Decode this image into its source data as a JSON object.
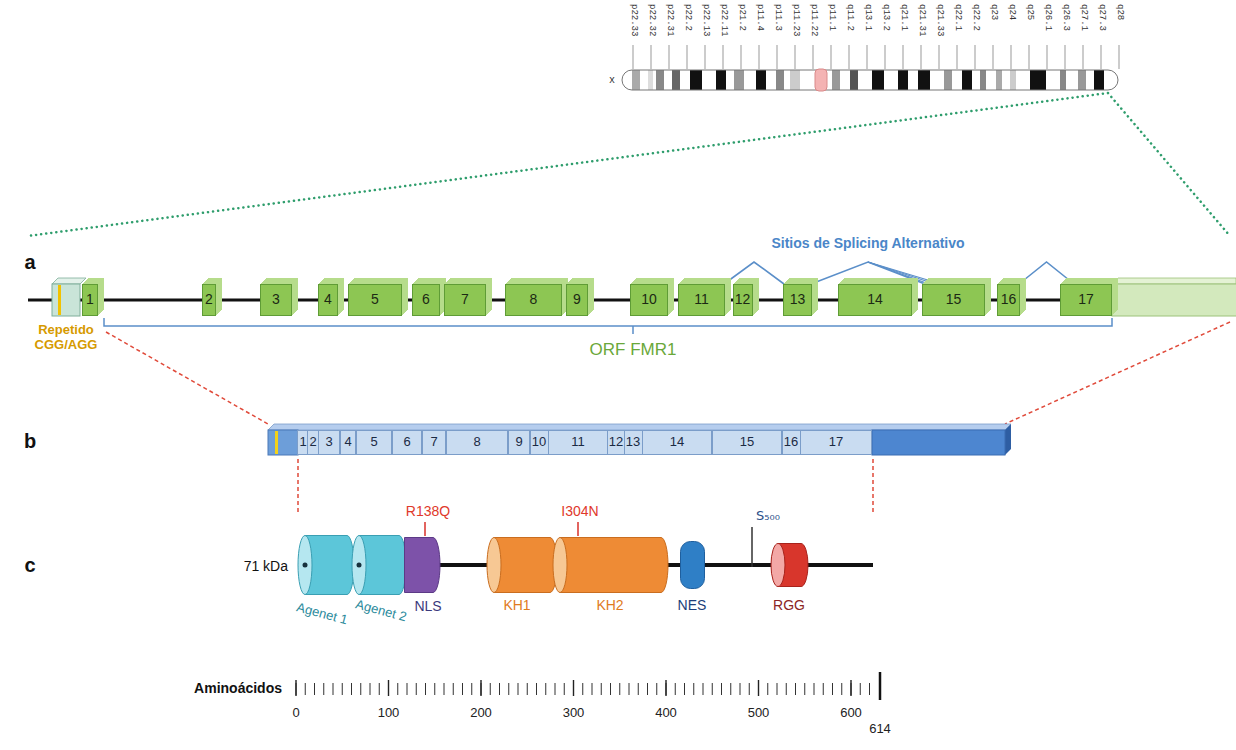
{
  "diagram": {
    "nodes": [
      {
        "text": [
          "1"
        ]
      },
      {
        "text": [
          "2"
        ]
      },
      {
        "text": [
          "3"
        ]
      },
      {
        "text": [
          "4"
        ]
      },
      {
        "text": [
          "5"
        ]
      },
      {
        "text": [
          "6"
        ]
      },
      {
        "text": [
          "7"
        ]
      },
      {
        "text": [
          "8"
        ]
      },
      {
        "text": [
          "9"
        ]
      },
      {
        "text": [
          "10"
        ]
      },
      {
        "text": [
          "11"
        ]
      },
      {
        "text": [
          "12"
        ]
      },
      {
        "text": [
          "13"
        ]
      },
      {
        "text": [
          "14"
        ]
      },
      {
        "text": [
          "15"
        ]
      },
      {
        "text": [
          "16"
        ]
      },
      {
        "text": [
          "17"
        ]
      },
      {
        "text": [
          "1"
        ]
      },
      {
        "text": [
          "2"
        ]
      },
      {
        "text": [
          "3"
        ]
      },
      {
        "text": [
          "4"
        ]
      },
      {
        "text": [
          "5"
        ]
      },
      {
        "text": [
          "6"
        ]
      },
      {
        "text": [
          "7"
        ]
      },
      {
        "text": [
          "8"
        ]
      },
      {
        "text": [
          "9"
        ]
      },
      {
        "text": [
          "10"
        ]
      },
      {
        "text": [
          "11"
        ]
      },
      {
        "text": [
          "12"
        ]
      },
      {
        "text": [
          "13"
        ]
      },
      {
        "text": [
          "14"
        ]
      },
      {
        "text": [
          "15"
        ]
      },
      {
        "text": [
          "16"
        ]
      },
      {
        "text": [
          "17"
        ]
      },
      {
        "text": [
          "Agenet 1"
        ]
      },
      {
        "text": [
          "Agenet 2"
        ]
      },
      {
        "text": [
          "NLS"
        ]
      },
      {
        "text": [
          "KH1"
        ]
      },
      {
        "text": [
          "KH2"
        ]
      },
      {
        "text": [
          "NES"
        ]
      },
      {
        "text": [
          "RGG"
        ]
      }
    ],
    "edges": [
      {
        "from": 10,
        "to": 12,
        "arrow": "none"
      },
      {
        "from": 12,
        "to": 14,
        "arrow": "none"
      },
      {
        "from": 15,
        "to": 16,
        "arrow": "none"
      }
    ],
    "labels": [
      "p22.33",
      "p22.32",
      "p22.31",
      "p22.2",
      "p22.13",
      "p22.11",
      "p21.2",
      "p11.4",
      "p11.3",
      "p11.23",
      "p11.22",
      "p11.1",
      "q11.2",
      "q13.1",
      "q13.2",
      "q21.1",
      "q21.31",
      "q21.33",
      "q22.1",
      "q22.2",
      "q23",
      "q24",
      "q25",
      "q26.1",
      "q26.3",
      "q27.1",
      "q27.3",
      "q28",
      "x",
      "a",
      "Sitios de Splicing Alternativo",
      "Repetido CGG/AGG",
      "ORF FMR1",
      "b",
      "c",
      "R138Q",
      "I304N",
      "S₅₀₀",
      "71 kDa",
      "Aminoácidos",
      "0",
      "100",
      "200",
      "300",
      "400",
      "500",
      "600",
      "614"
    ]
  }
}
